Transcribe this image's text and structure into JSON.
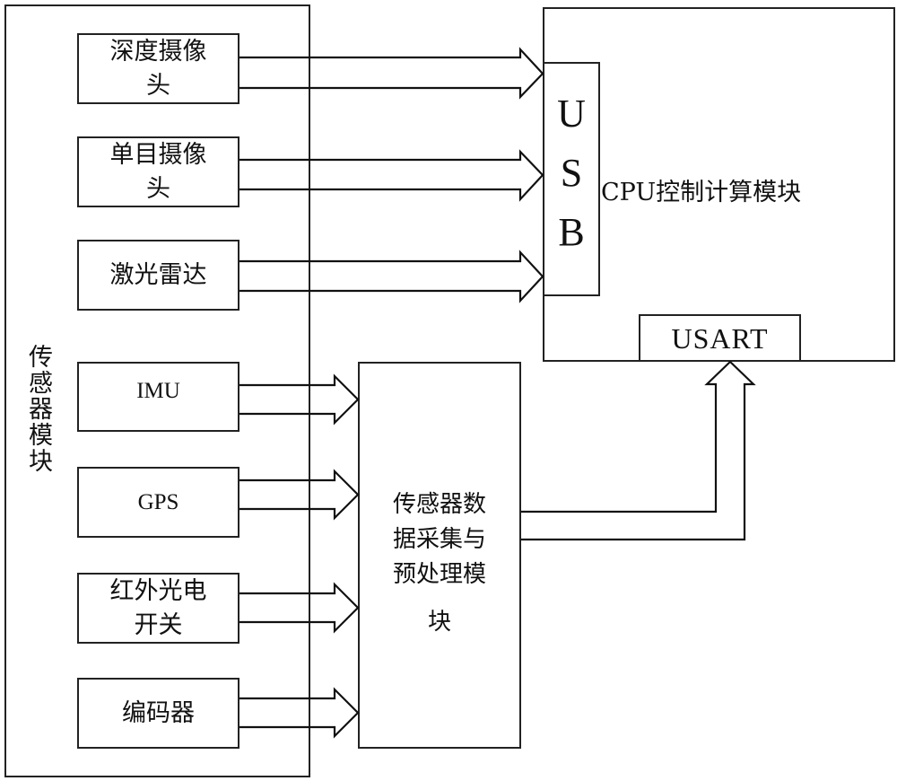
{
  "diagram": {
    "sensor_module": {
      "label": "传感器模块"
    },
    "sensors": [
      {
        "id": "depth-camera",
        "label": "深度摄像头",
        "lines": [
          "深度摄像",
          "头"
        ],
        "target": "USB"
      },
      {
        "id": "mono-camera",
        "label": "单目摄像头",
        "lines": [
          "单目摄像",
          "头"
        ],
        "target": "USB"
      },
      {
        "id": "lidar",
        "label": "激光雷达",
        "lines": [
          "激光雷达"
        ],
        "target": "USB"
      },
      {
        "id": "imu",
        "label": "IMU",
        "lines": [
          "IMU"
        ],
        "target": "preprocess"
      },
      {
        "id": "gps",
        "label": "GPS",
        "lines": [
          "GPS"
        ],
        "target": "preprocess"
      },
      {
        "id": "ir-switch",
        "label": "红外光电开关",
        "lines": [
          "红外光电",
          "开关"
        ],
        "target": "preprocess"
      },
      {
        "id": "encoder",
        "label": "编码器",
        "lines": [
          "编码器"
        ],
        "target": "preprocess"
      }
    ],
    "cpu_module": {
      "label": "CPU控制计算模块"
    },
    "usb_port": {
      "label": "USB",
      "letters": [
        "U",
        "S",
        "B"
      ]
    },
    "usart_port": {
      "label": "USART"
    },
    "preprocess_module": {
      "label": "传感器数据采集与预处理模块",
      "lines": [
        "传感器数",
        "据采集与",
        "预处理模",
        "块"
      ]
    }
  }
}
